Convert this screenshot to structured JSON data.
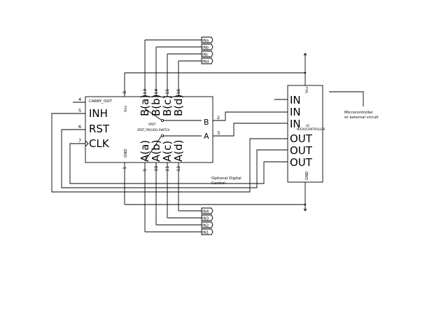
{
  "chip": {
    "carry_out": "CARRY_OUT",
    "inh": "INH",
    "rst": "RST",
    "clk": "CLK",
    "vcc": "Vcc",
    "gnd": "GND",
    "label_b": "B",
    "label_a": "A",
    "switch_label_1": "SPDT",
    "switch_label_2": "SPDT_PSEUDO-SWITCH",
    "b_pins": [
      "B(a)",
      "B(b)",
      "B(c)",
      "B(d)"
    ],
    "a_pins": [
      "A(a)",
      "A(b)",
      "A(c)",
      "A(d)"
    ],
    "pin_numbers": {
      "p1": "1",
      "p2": "2",
      "p3": "3",
      "p4": "4",
      "p5": "5",
      "p6": "6",
      "p7": "7",
      "p8": "8",
      "p9": "9",
      "p10": "10",
      "p11": "11",
      "p12": "12",
      "p13": "13",
      "p14": "14",
      "p15": "15",
      "p16": "16"
    }
  },
  "uc": {
    "in": "IN",
    "out": "OUT",
    "vcc": "Vcc",
    "gnd": "GND",
    "title_small": "UC",
    "title": "MICROCONTROLLER"
  },
  "net_labels": {
    "top": [
      "INa",
      "INb",
      "INc",
      "INd"
    ],
    "bottom": [
      "IN4",
      "IN3",
      "IN2",
      "IN1"
    ]
  },
  "annotations": {
    "micro_line1": "Microcontroller",
    "micro_line2": "or external circuit",
    "optional_line1": "Optional Digital",
    "optional_line2": "Control"
  }
}
